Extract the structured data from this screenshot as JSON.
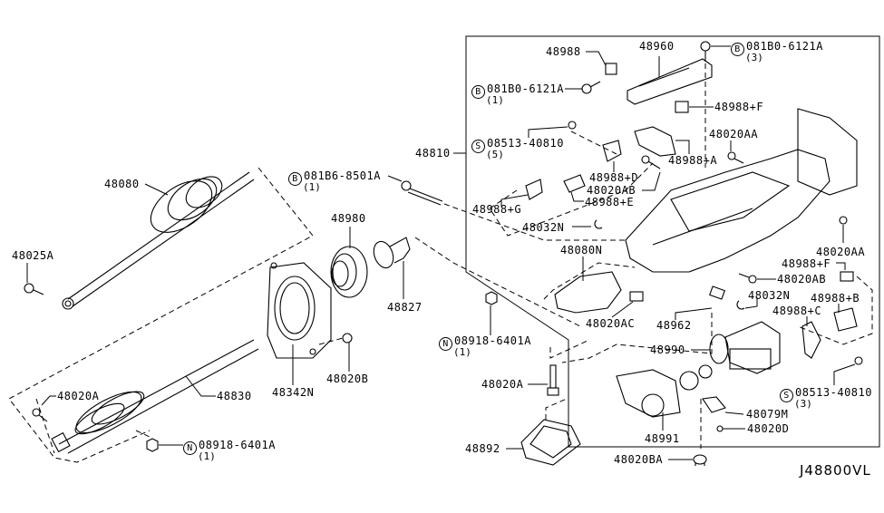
{
  "diagram": {
    "reference_code": "J48800VL",
    "assembly_label": "48810",
    "parts": [
      {
        "id": "p-48988",
        "label": "48988"
      },
      {
        "id": "p-48960",
        "label": "48960"
      },
      {
        "id": "p-bolt-top-right",
        "label": "081B0-6121A",
        "prefix": "B",
        "qty": "(3)"
      },
      {
        "id": "p-bolt-top-left",
        "label": "081B0-6121A",
        "prefix": "B",
        "qty": "(1)"
      },
      {
        "id": "p-48988F-top",
        "label": "48988+F"
      },
      {
        "id": "p-screw-5",
        "label": "08513-40810",
        "prefix": "S",
        "qty": "(5)"
      },
      {
        "id": "p-48020AA-top",
        "label": "48020AA"
      },
      {
        "id": "p-48988A",
        "label": "48988+A"
      },
      {
        "id": "p-48988D",
        "label": "48988+D"
      },
      {
        "id": "p-48020AB-top",
        "label": "48020AB"
      },
      {
        "id": "p-48988G",
        "label": "48988+G"
      },
      {
        "id": "p-48988E",
        "label": "48988+E"
      },
      {
        "id": "p-48032N-top",
        "label": "48032N"
      },
      {
        "id": "p-48080N",
        "label": "48080N"
      },
      {
        "id": "p-48020AA-right",
        "label": "48020AA"
      },
      {
        "id": "p-48988F-right",
        "label": "48988+F"
      },
      {
        "id": "p-48020AB-right",
        "label": "48020AB"
      },
      {
        "id": "p-48032N-right",
        "label": "48032N"
      },
      {
        "id": "p-48988B",
        "label": "48988+B"
      },
      {
        "id": "p-48988C",
        "label": "48988+C"
      },
      {
        "id": "p-nut-col",
        "label": "08918-6401A",
        "prefix": "N",
        "qty": "(1)"
      },
      {
        "id": "p-48020AC",
        "label": "48020AC"
      },
      {
        "id": "p-48962",
        "label": "48962"
      },
      {
        "id": "p-48990",
        "label": "48990"
      },
      {
        "id": "p-screw-3",
        "label": "08513-40810",
        "prefix": "S",
        "qty": "(3)"
      },
      {
        "id": "p-48020A-mid",
        "label": "48020A"
      },
      {
        "id": "p-48079M",
        "label": "48079M"
      },
      {
        "id": "p-48020D",
        "label": "48020D"
      },
      {
        "id": "p-48991",
        "label": "48991"
      },
      {
        "id": "p-48892",
        "label": "48892"
      },
      {
        "id": "p-48020BA",
        "label": "48020BA"
      },
      {
        "id": "p-48080",
        "label": "48080"
      },
      {
        "id": "p-48025A",
        "label": "48025A"
      },
      {
        "id": "p-bolt-mid",
        "label": "081B6-8501A",
        "prefix": "B",
        "qty": "(1)"
      },
      {
        "id": "p-48980",
        "label": "48980"
      },
      {
        "id": "p-48827",
        "label": "48827"
      },
      {
        "id": "p-48342N",
        "label": "48342N"
      },
      {
        "id": "p-48020B",
        "label": "48020B"
      },
      {
        "id": "p-48020A-left",
        "label": "48020A"
      },
      {
        "id": "p-48830",
        "label": "48830"
      },
      {
        "id": "p-nut-shaft",
        "label": "08918-6401A",
        "prefix": "N",
        "qty": "(1)"
      }
    ]
  }
}
